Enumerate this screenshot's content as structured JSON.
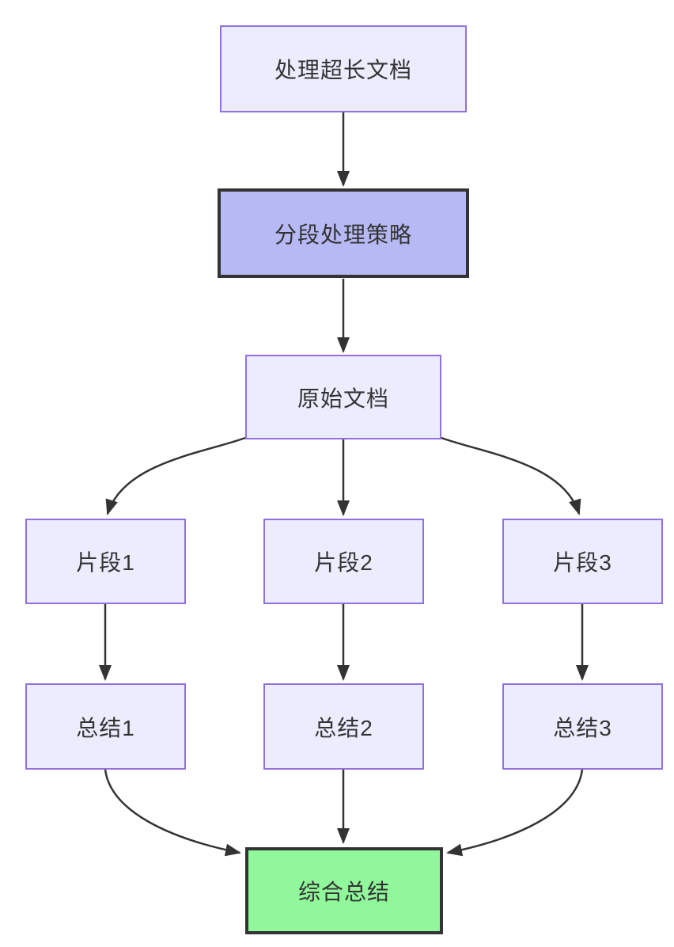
{
  "diagram": {
    "type": "flowchart",
    "direction": "top-down",
    "nodes": {
      "start": {
        "id": "start",
        "label": "处理超长文档",
        "style": "default"
      },
      "strategy": {
        "id": "strategy",
        "label": "分段处理策略",
        "style": "highlight"
      },
      "doc": {
        "id": "doc",
        "label": "原始文档",
        "style": "default"
      },
      "seg1": {
        "id": "seg1",
        "label": "片段1",
        "style": "default"
      },
      "seg2": {
        "id": "seg2",
        "label": "片段2",
        "style": "default"
      },
      "seg3": {
        "id": "seg3",
        "label": "片段3",
        "style": "default"
      },
      "sum1": {
        "id": "sum1",
        "label": "总结1",
        "style": "default"
      },
      "sum2": {
        "id": "sum2",
        "label": "总结2",
        "style": "default"
      },
      "sum3": {
        "id": "sum3",
        "label": "总结3",
        "style": "default"
      },
      "final": {
        "id": "final",
        "label": "综合总结",
        "style": "success"
      }
    },
    "edges": [
      {
        "from": "start",
        "to": "strategy"
      },
      {
        "from": "strategy",
        "to": "doc"
      },
      {
        "from": "doc",
        "to": "seg1"
      },
      {
        "from": "doc",
        "to": "seg2"
      },
      {
        "from": "doc",
        "to": "seg3"
      },
      {
        "from": "seg1",
        "to": "sum1"
      },
      {
        "from": "seg2",
        "to": "sum2"
      },
      {
        "from": "seg3",
        "to": "sum3"
      },
      {
        "from": "sum1",
        "to": "final"
      },
      {
        "from": "sum2",
        "to": "final"
      },
      {
        "from": "sum3",
        "to": "final"
      }
    ],
    "colors": {
      "node_fill": "#ECECFF",
      "node_border": "#9370DB",
      "highlight_fill": "#B7B9F4",
      "highlight_border": "#333333",
      "final_fill": "#90F79B",
      "final_border": "#333333",
      "edge": "#333333",
      "text": "#333333",
      "background": "#FFFFFF"
    }
  }
}
